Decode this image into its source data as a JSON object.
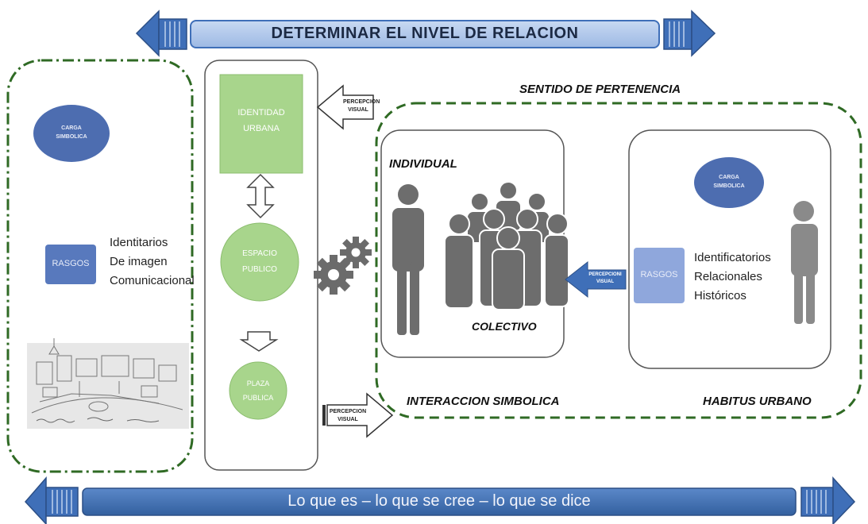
{
  "top_banner": {
    "label": "DETERMINAR EL NIVEL DE RELACION",
    "color": "#a9c4ea"
  },
  "bottom_banner": {
    "label": "Lo que es – lo que se cree – lo que se dice",
    "color": "#3f6fb8"
  },
  "left_panel": {
    "ellipse_label": "CARGA SIMBOLICA",
    "rasgos_label": "RASGOS",
    "traits": [
      "Identitarios",
      "De imagen",
      "Comunicacional"
    ],
    "sketch_icon": "plaza-sketch-image"
  },
  "center_column": {
    "identity_label": "IDENTIDAD URBANA",
    "space_label": "ESPACIO PUBLICO",
    "plaza_label": "PLAZA PUBLICA",
    "green_color": "#a8d58c"
  },
  "arrows": {
    "perception_top": "PERCEPCION VISUAL",
    "perception_bottom": "PERCEPCION VISUAL",
    "perception_right": "PERCEPCIONI VISUAL"
  },
  "right_group": {
    "heading": "SENTIDO DE PERTENENCIA",
    "individual": "INDIVIDUAL",
    "colectivo": "COLECTIVO",
    "interaccion": "INTERACCION SIMBOLICA",
    "habitus": "HABITUS URBANO",
    "ellipse_label": "CARGA SIMBOLICA",
    "rasgos_label": "RASGOS",
    "traits": [
      "Identificatorios",
      "Relacionales",
      "Históricos"
    ],
    "icons": [
      "person-icon",
      "group-people-icon",
      "gears-icon"
    ],
    "border_color": "#2f6a24"
  }
}
